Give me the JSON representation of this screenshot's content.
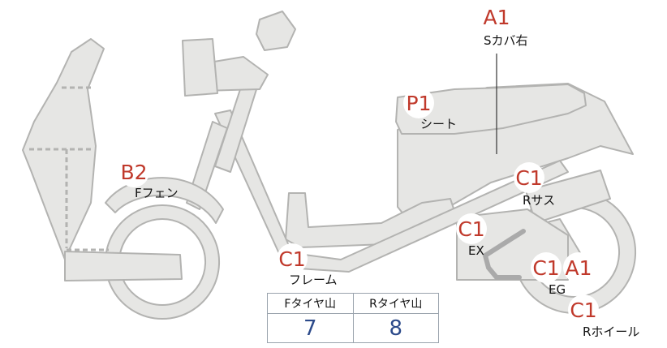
{
  "parts": [
    {
      "id": "s-cover-right",
      "grade": "A1",
      "label": "Sカバ右"
    },
    {
      "id": "seat",
      "grade": "P1",
      "label": "シート"
    },
    {
      "id": "front-fender",
      "grade": "B2",
      "label": "Fフェン"
    },
    {
      "id": "rear-suspension",
      "grade": "C1",
      "label": "Rサス"
    },
    {
      "id": "exhaust",
      "grade": "C1",
      "label": "EX"
    },
    {
      "id": "frame",
      "grade": "C1",
      "label": "フレーム"
    },
    {
      "id": "engine-c",
      "grade": "C1",
      "label": ""
    },
    {
      "id": "engine-a",
      "grade": "A1",
      "label": "EG"
    },
    {
      "id": "rear-wheel",
      "grade": "C1",
      "label": "Rホイール"
    }
  ],
  "tread": {
    "headers": [
      "Fタイヤ山",
      "Rタイヤ山"
    ],
    "values": [
      "7",
      "8"
    ]
  },
  "colors": {
    "body_fill": "#e6e6e4",
    "body_stroke": "#b3b3b1",
    "grade_text": "#c0392b",
    "tread_value": "#2c4a8a"
  }
}
